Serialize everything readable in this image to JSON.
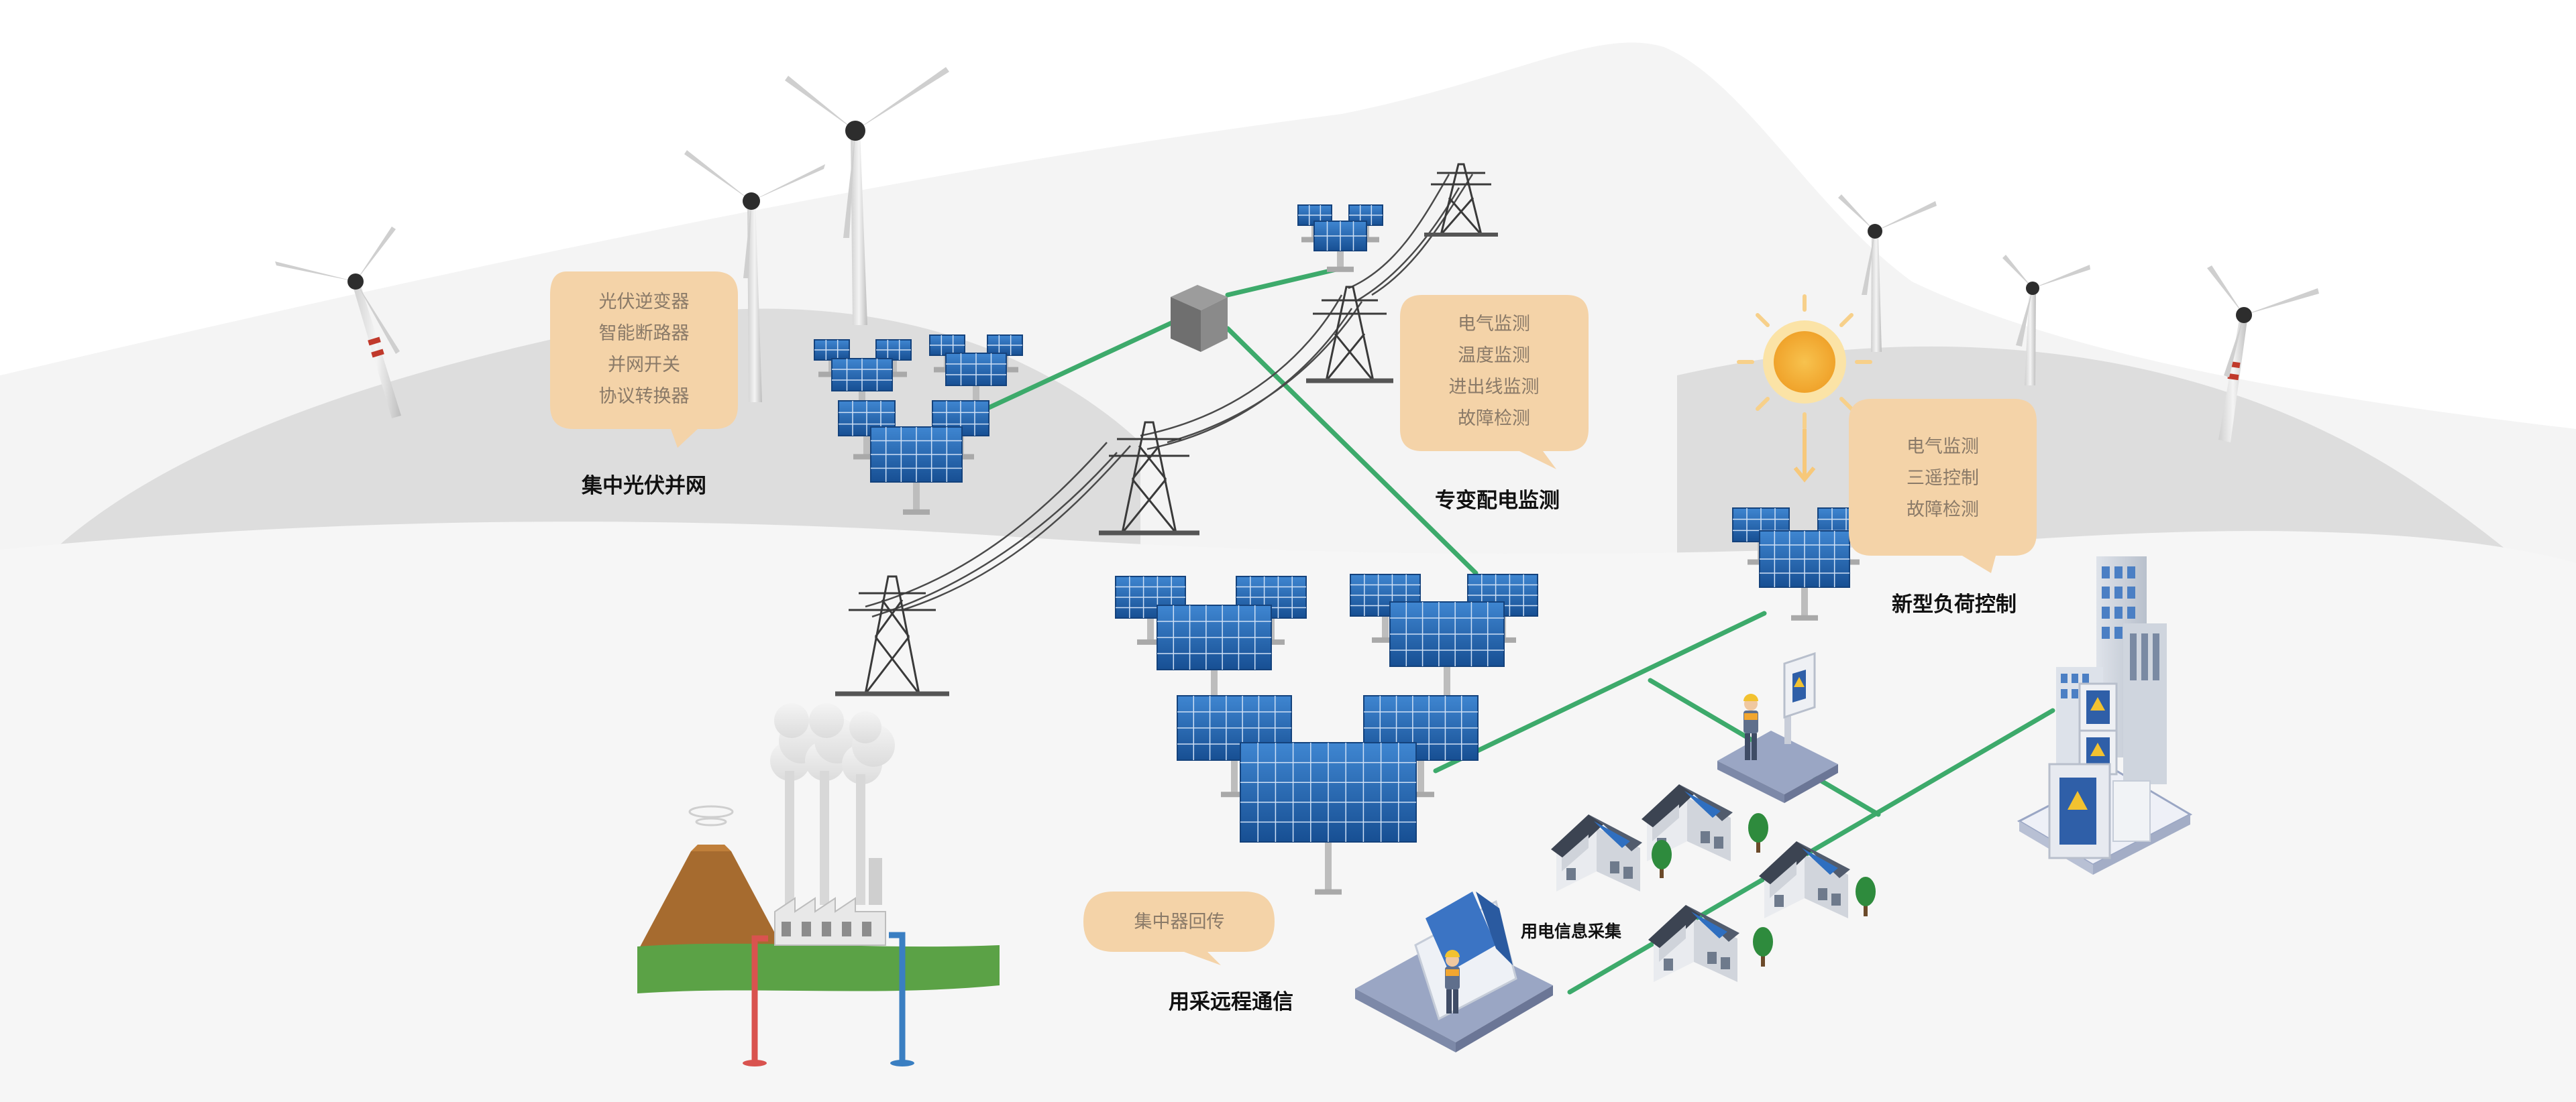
{
  "bubbles": {
    "pv_grid": {
      "lines": [
        "光伏逆变器",
        "智能断路器",
        "并网开关",
        "协议转换器"
      ]
    },
    "transformer": {
      "lines": [
        "电气监测",
        "温度监测",
        "进出线监测",
        "故障检测"
      ]
    },
    "load_control": {
      "lines": [
        "电气监测",
        "三遥控制",
        "故障检测"
      ]
    },
    "concentrator": {
      "lines": [
        "集中器回传"
      ]
    }
  },
  "captions": {
    "pv_grid": "集中光伏并网",
    "transformer": "专变配电监测",
    "load_control": "新型负荷控制",
    "collection": "用电信息采集",
    "remote_comm": "用采远程通信"
  },
  "colors": {
    "bubble": "#f4d3a8",
    "link_line": "#3daa6b",
    "hill_back": "#f3f3f3",
    "hill_mid": "#dedede",
    "ground": "#f6f6f6",
    "panel": "#1f5fa8",
    "sun": "#f6b73c",
    "lava": "#a66b2f",
    "grass": "#5ba246"
  },
  "icons": [
    "wind-turbine-icon",
    "solar-panel-icon",
    "transmission-tower-icon",
    "sun-icon",
    "house-icon",
    "factory-icon",
    "volcano-icon",
    "building-icon",
    "worker-icon",
    "warning-icon",
    "tree-icon",
    "collector-box-icon",
    "control-console-icon"
  ]
}
